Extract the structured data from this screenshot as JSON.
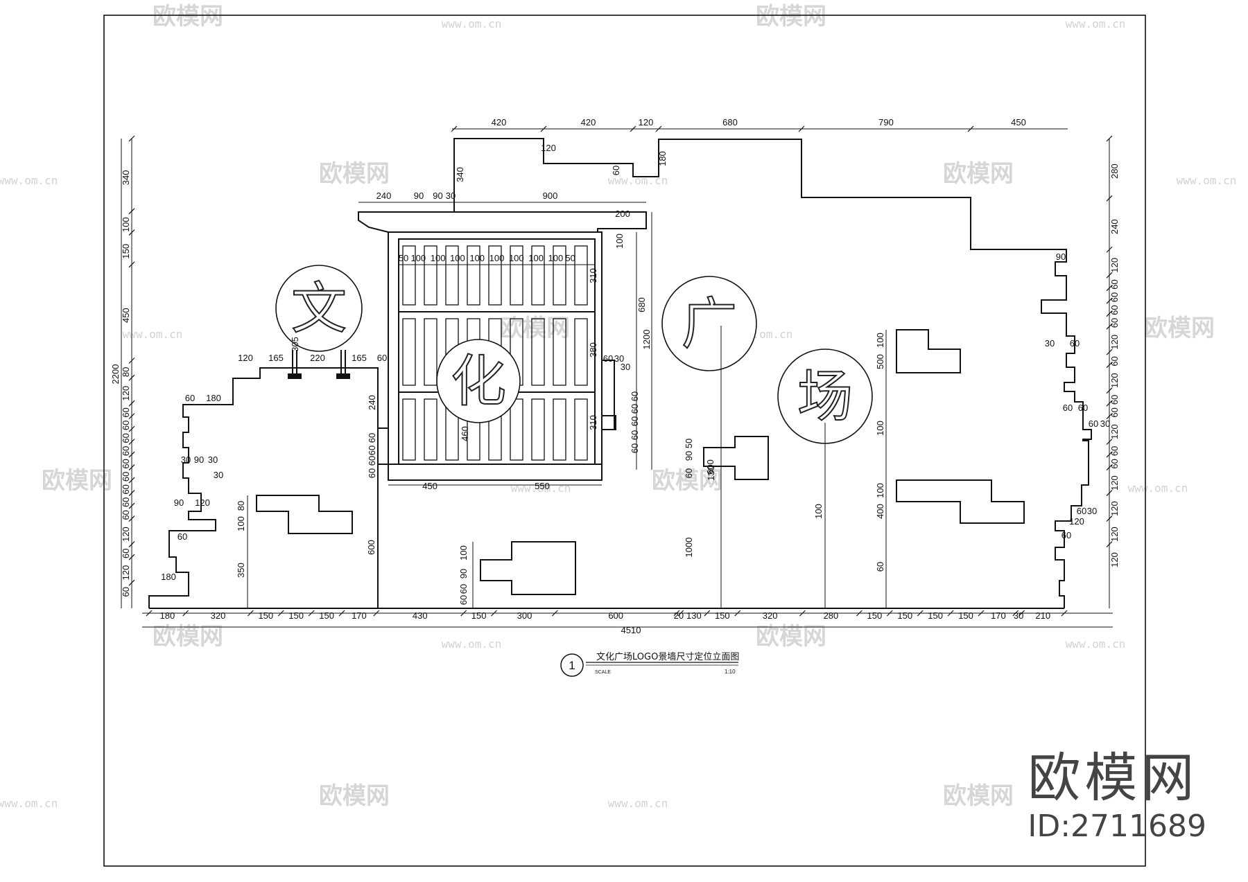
{
  "drawing": {
    "caption_number": "1",
    "caption_title": "文化广场LOGO景墙尺寸定位立面图",
    "caption_scale_label": "SCALE",
    "caption_scale": "1:10",
    "characters": [
      "文",
      "化",
      "广",
      "场"
    ],
    "total_width_label": "4510",
    "total_height_label": "2200",
    "bottom_dims": [
      "180",
      "320",
      "150",
      "150",
      "150",
      "170",
      "430",
      "150",
      "300",
      "600",
      "20",
      "130",
      "150",
      "320",
      "280",
      "150",
      "150",
      "150",
      "150",
      "170",
      "30",
      "210"
    ],
    "top_dims": [
      "420",
      "420",
      "120",
      "680",
      "790",
      "450"
    ],
    "header_dims": [
      "240",
      "90",
      "90",
      "30",
      "900"
    ],
    "grille_dims": [
      "50",
      "100",
      "100",
      "100",
      "100",
      "100",
      "100",
      "100",
      "100",
      "50"
    ],
    "left_dims": [
      "340",
      "100",
      "150",
      "450",
      "80",
      "120",
      "60",
      "60",
      "60",
      "60",
      "60",
      "60",
      "60",
      "60",
      "60",
      "120",
      "60",
      "120",
      "60"
    ],
    "right_dims": [
      "280",
      "240",
      "120",
      "60",
      "60",
      "60",
      "60",
      "120",
      "60",
      "120",
      "60",
      "60",
      "120",
      "60",
      "60",
      "120",
      "120",
      "120",
      "120"
    ],
    "misc_dims": [
      "120",
      "165",
      "220",
      "165",
      "60",
      "305",
      "60",
      "180",
      "30",
      "90",
      "30",
      "30",
      "90",
      "120",
      "60",
      "180",
      "80",
      "100",
      "350",
      "600",
      "100",
      "90",
      "60",
      "60",
      "240",
      "60",
      "60",
      "60",
      "60",
      "460",
      "450",
      "550",
      "310",
      "380",
      "310",
      "680",
      "1200",
      "100",
      "200",
      "60",
      "30",
      "30",
      "60",
      "60",
      "60",
      "60",
      "60",
      "340",
      "120",
      "60",
      "180",
      "50",
      "90",
      "60",
      "130",
      "600",
      "1000",
      "100",
      "100",
      "500",
      "100",
      "100",
      "400",
      "60",
      "90",
      "30",
      "60",
      "60",
      "60",
      "60",
      "30",
      "60",
      "30",
      "120",
      "60"
    ]
  },
  "watermark": {
    "brand": "欧模网",
    "url": "www.om.cn",
    "id_label": "ID:2711689"
  }
}
